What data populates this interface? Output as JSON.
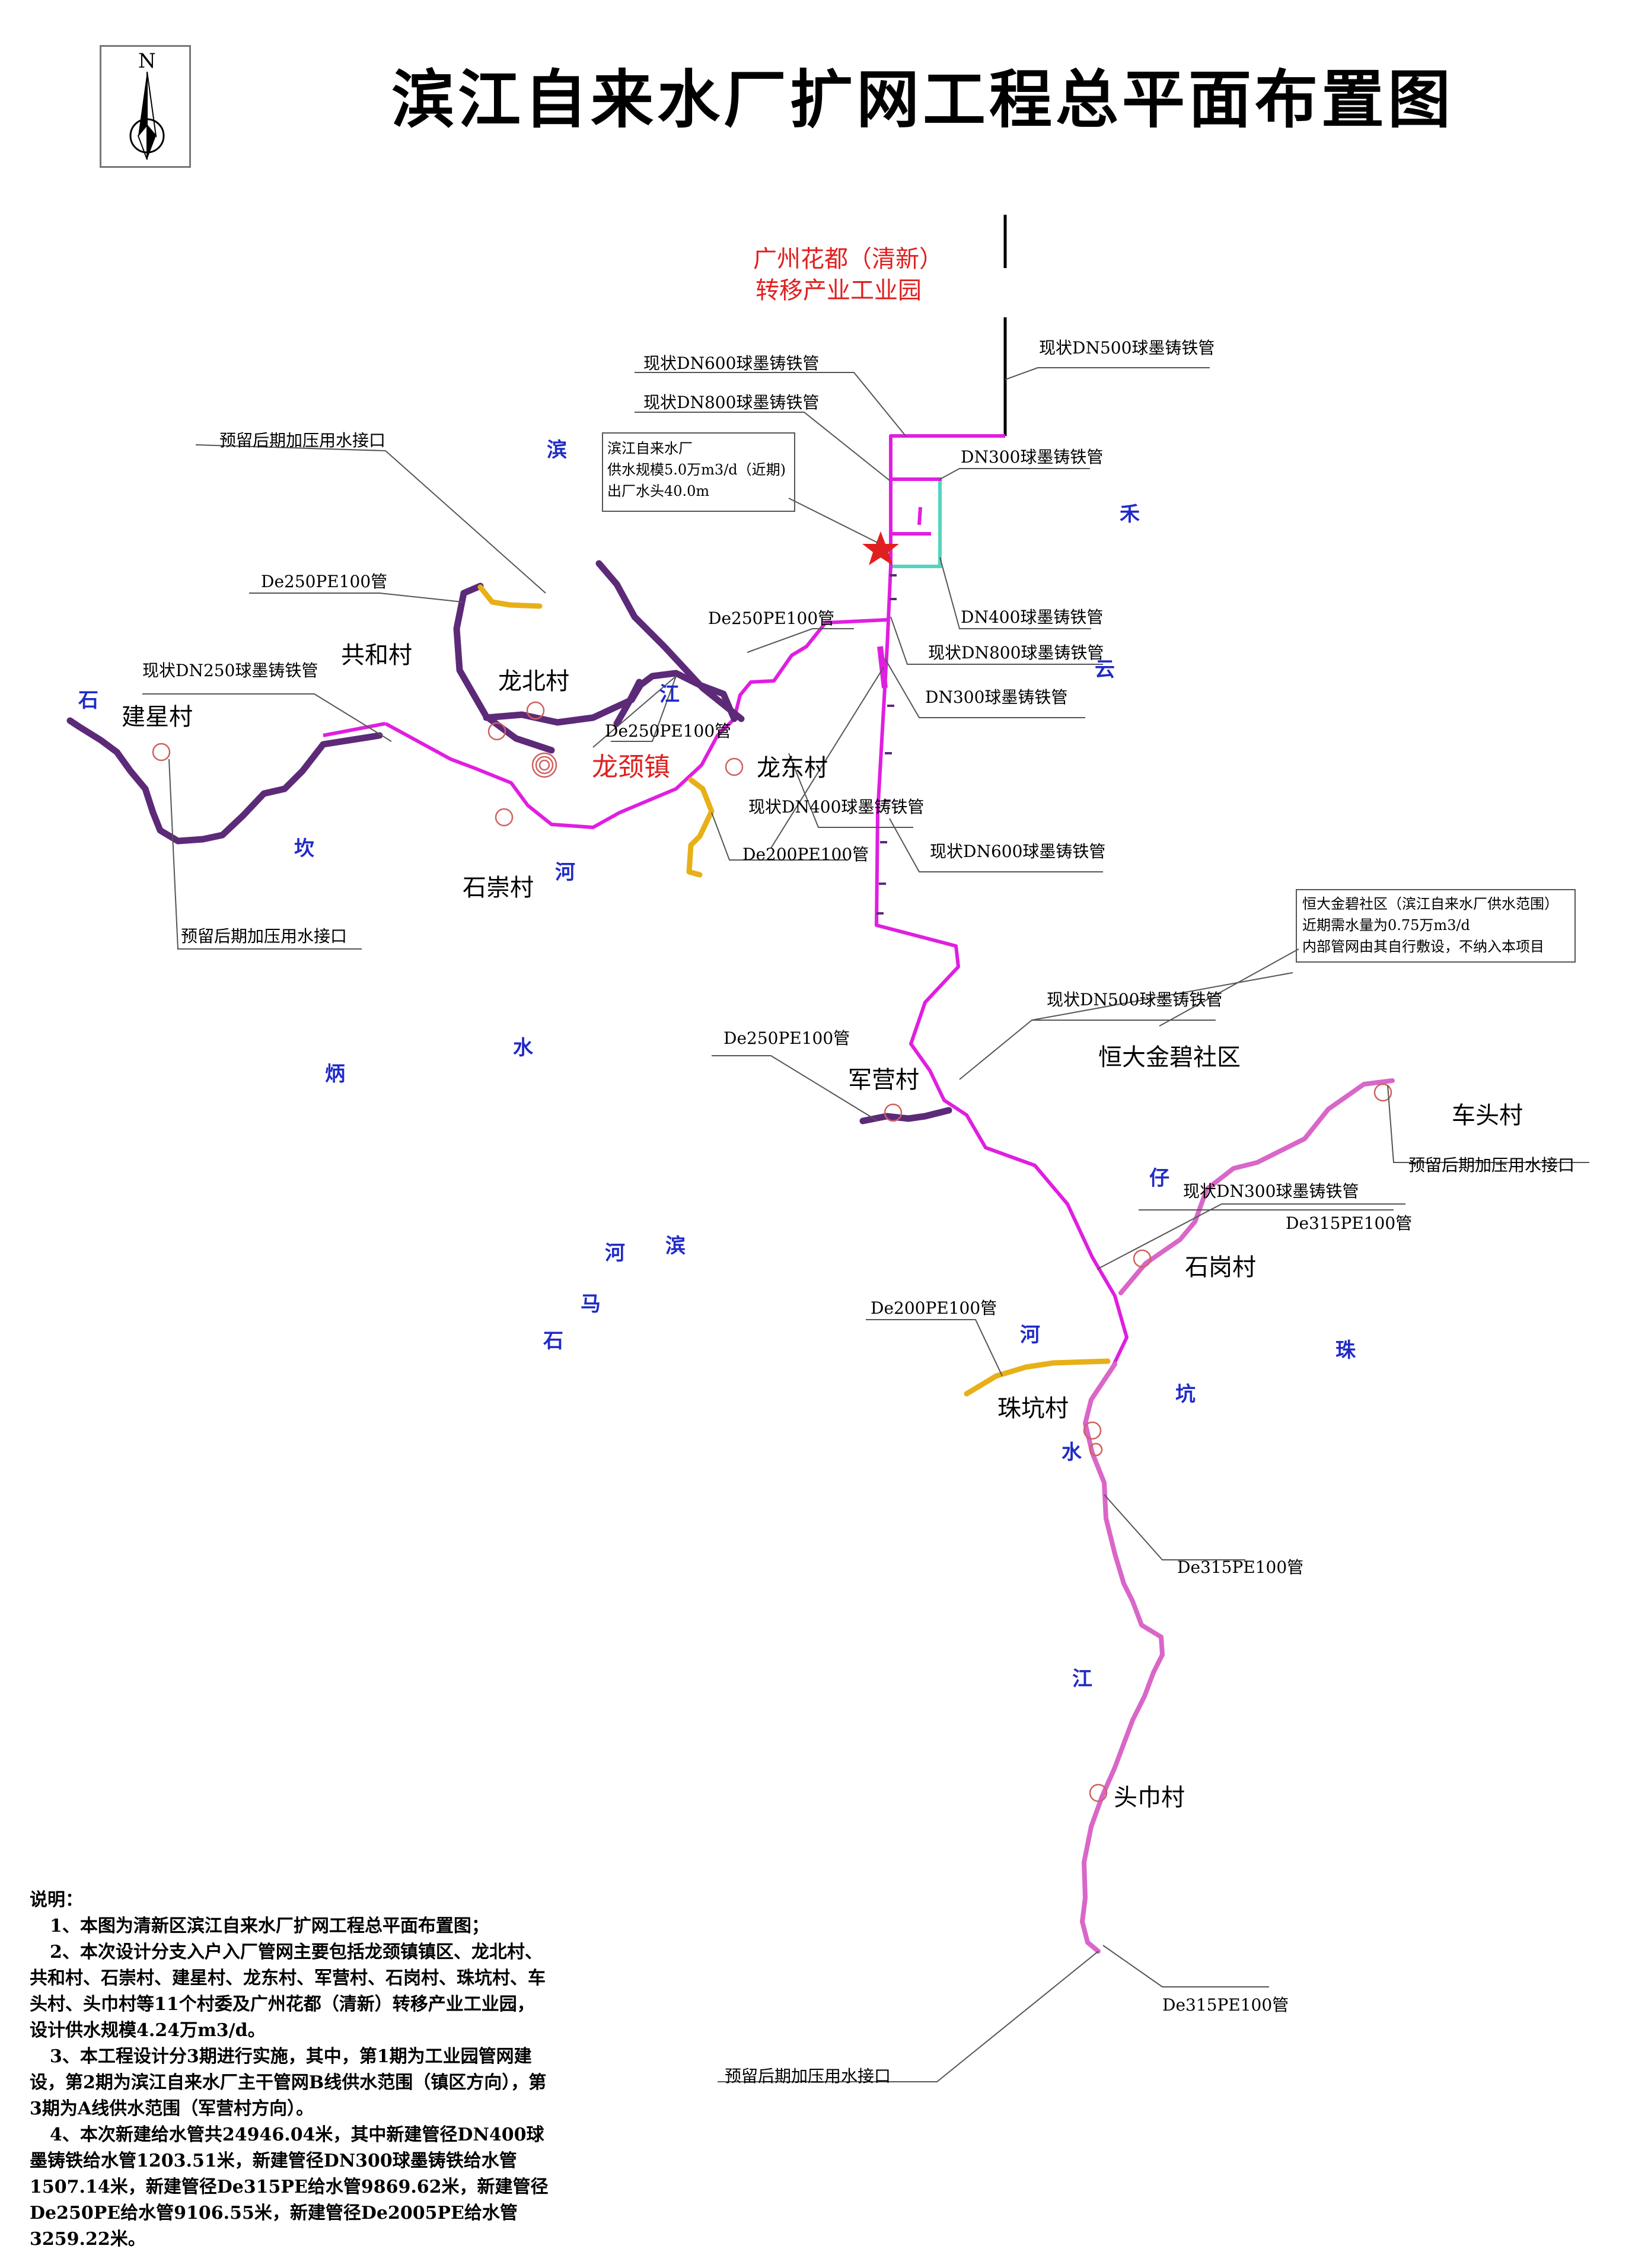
{
  "title": "滨江自来水厂扩网工程总平面布置图",
  "north_arrow": {
    "label": "N",
    "icon": "north-arrow-icon"
  },
  "colors": {
    "main_pipe": "#e01ee0",
    "de315_pipe": "#d966c8",
    "de250_pipe": "#5c2a78",
    "de200_pipe": "#e8b018",
    "dn300_pipe": "#56d4c0",
    "existing_pipe": "#000000",
    "river_text": "#1f2ac8",
    "highlight_text": "#e02020",
    "leader": "#555555"
  },
  "highlights": {
    "industrial_park_line1": "广州花都（清新）",
    "industrial_park_line2": "转移产业工业园",
    "town": "龙颈镇"
  },
  "river_chars": [
    "滨",
    "江",
    "禾",
    "云",
    "石",
    "坎",
    "河",
    "水",
    "炳",
    "仔",
    "河",
    "滨",
    "马",
    "石",
    "河",
    "坑",
    "水",
    "珠",
    "江"
  ],
  "villages": [
    "共和村",
    "建星村",
    "龙北村",
    "龙东村",
    "石崇村",
    "军营村",
    "恒大金碧社区",
    "车头村",
    "石岗村",
    "珠坑村",
    "头巾村"
  ],
  "pipe_labels": {
    "dn600_existing_top": "现状DN600球墨铸铁管",
    "dn800_existing_top": "现状DN800球墨铸铁管",
    "dn500_existing_top": "现状DN500球墨铸铁管",
    "dn300_a": "DN300球墨铸铁管",
    "dn400_a": "DN400球墨铸铁管",
    "dn800_existing_mid": "现状DN800球墨铸铁管",
    "dn300_b": "DN300球墨铸铁管",
    "dn400_existing_mid": "现状DN400球墨铸铁管",
    "dn600_existing_mid": "现状DN600球墨铸铁管",
    "de250_a": "De250PE100管",
    "de250_b": "De250PE100管",
    "de250_c": "De250PE100管",
    "de250_d": "De250PE100管",
    "dn250_existing": "现状DN250球墨铸铁管",
    "de200_a": "De200PE100管",
    "de200_b": "De200PE100管",
    "dn500_existing_mid": "现状DN500球墨铸铁管",
    "dn300_existing_lower": "现状DN300球墨铸铁管",
    "de315_a": "De315PE100管",
    "de315_b": "De315PE100管",
    "de315_c": "De315PE100管",
    "reserved_1": "预留后期加压用水接口",
    "reserved_2": "预留后期加压用水接口",
    "reserved_3": "预留后期加压用水接口",
    "reserved_4": "预留后期加压用水接口"
  },
  "plant_box": {
    "line1": "滨江自来水厂",
    "line2": "供水规模5.0万m3/d（近期)",
    "line3": "出厂水头40.0m"
  },
  "evergrande_box": {
    "line1": "恒大金碧社区（滨江自来水厂供水范围）",
    "line2": "近期需水量为0.75万m3/d",
    "line3": "内部管网由其自行敷设，不纳入本项目"
  },
  "notes": {
    "heading": "说明：",
    "item1": "1、本图为清新区滨江自来水厂扩网工程总平面布置图；",
    "item2": "2、本次设计分支入户入厂管网主要包括龙颈镇镇区、龙北村、共和村、石崇村、建星村、龙东村、军营村、石岗村、珠坑村、车头村、头巾村等11个村委及广州花都（清新）转移产业工业园，设计供水规模4.24万m3/d。",
    "item3": "3、本工程设计分3期进行实施，其中，第1期为工业园管网建设，第2期为滨江自来水厂主干管网B线供水范围（镇区方向），第3期为A线供水范围（军营村方向）。",
    "item4": "4、本次新建给水管共24946.04米，其中新建管径DN400球墨铸铁给水管1203.51米，新建管径DN300球墨铸铁给水管1507.14米，新建管径De315PE给水管9869.62米，新建管径De250PE给水管9106.55米，新建管径De2005PE给水管3259.22米。"
  }
}
